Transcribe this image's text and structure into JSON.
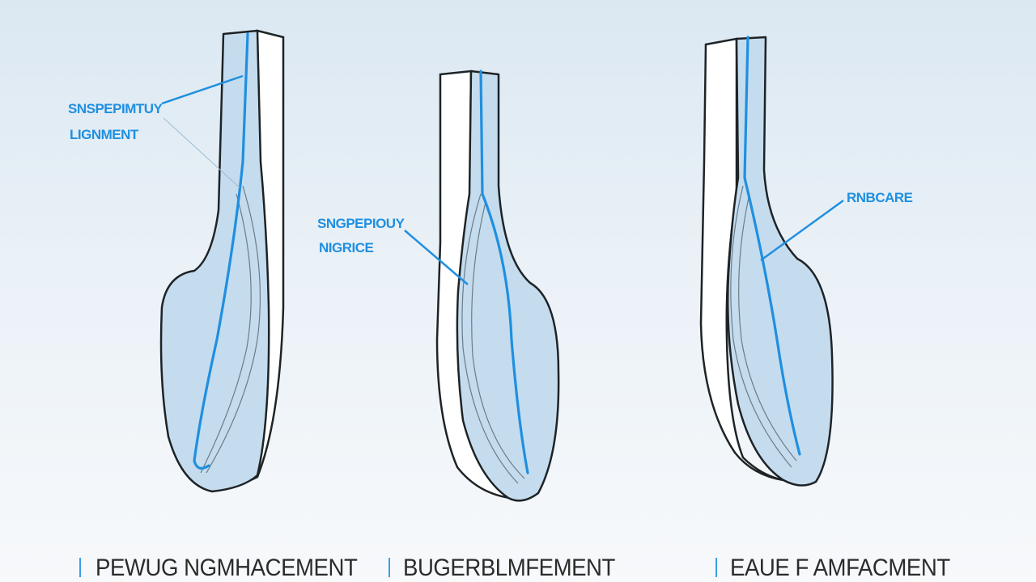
{
  "labels": {
    "left_line1": "SNSPEPIMTUY",
    "left_line2": "LIGNMENT",
    "middle_line1": "SNGPEPIOUY",
    "middle_line2": "NIGRICE",
    "right": "RNBCARE"
  },
  "captions": [
    "PEWUG NGMHACEMENT",
    "BUGERBLMFEMENT",
    "EAUE F AMFACMENT"
  ],
  "colors": {
    "accent": "#1f8fe0",
    "fill": "#c4dcee",
    "outline": "#1e2326"
  }
}
